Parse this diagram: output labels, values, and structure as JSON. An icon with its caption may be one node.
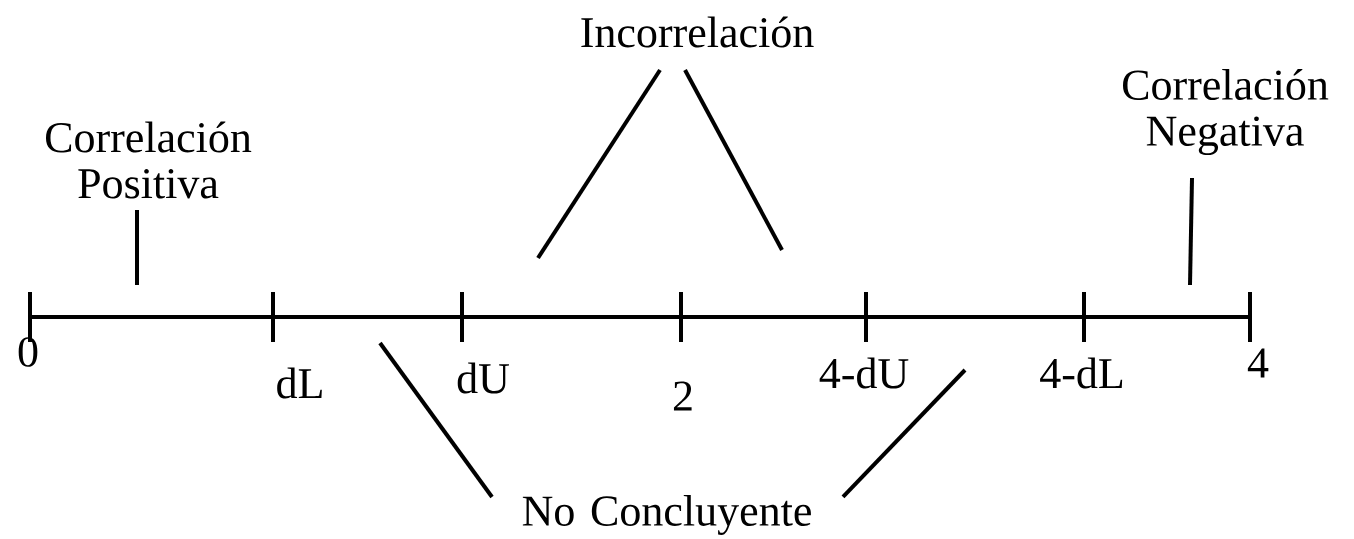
{
  "diagram": {
    "nodes": [
      {
        "text": [
          "Correlación Positiva"
        ]
      },
      {
        "text": [
          "Incorrelación"
        ]
      },
      {
        "text": [
          "Correlación Negativa"
        ]
      },
      {
        "text": [
          "No Concluyente"
        ]
      }
    ],
    "edges": [
      {
        "from": 0,
        "to": null,
        "arrow": "none"
      },
      {
        "from": 1,
        "to": null,
        "arrow": "none"
      },
      {
        "from": 1,
        "to": null,
        "arrow": "none"
      },
      {
        "from": 2,
        "to": null,
        "arrow": "none"
      },
      {
        "from": 3,
        "to": null,
        "arrow": "none"
      },
      {
        "from": 3,
        "to": null,
        "arrow": "none"
      }
    ],
    "labels": [
      "0",
      "dL",
      "dU",
      "2",
      "4-dU",
      "4-dL",
      "4"
    ]
  }
}
